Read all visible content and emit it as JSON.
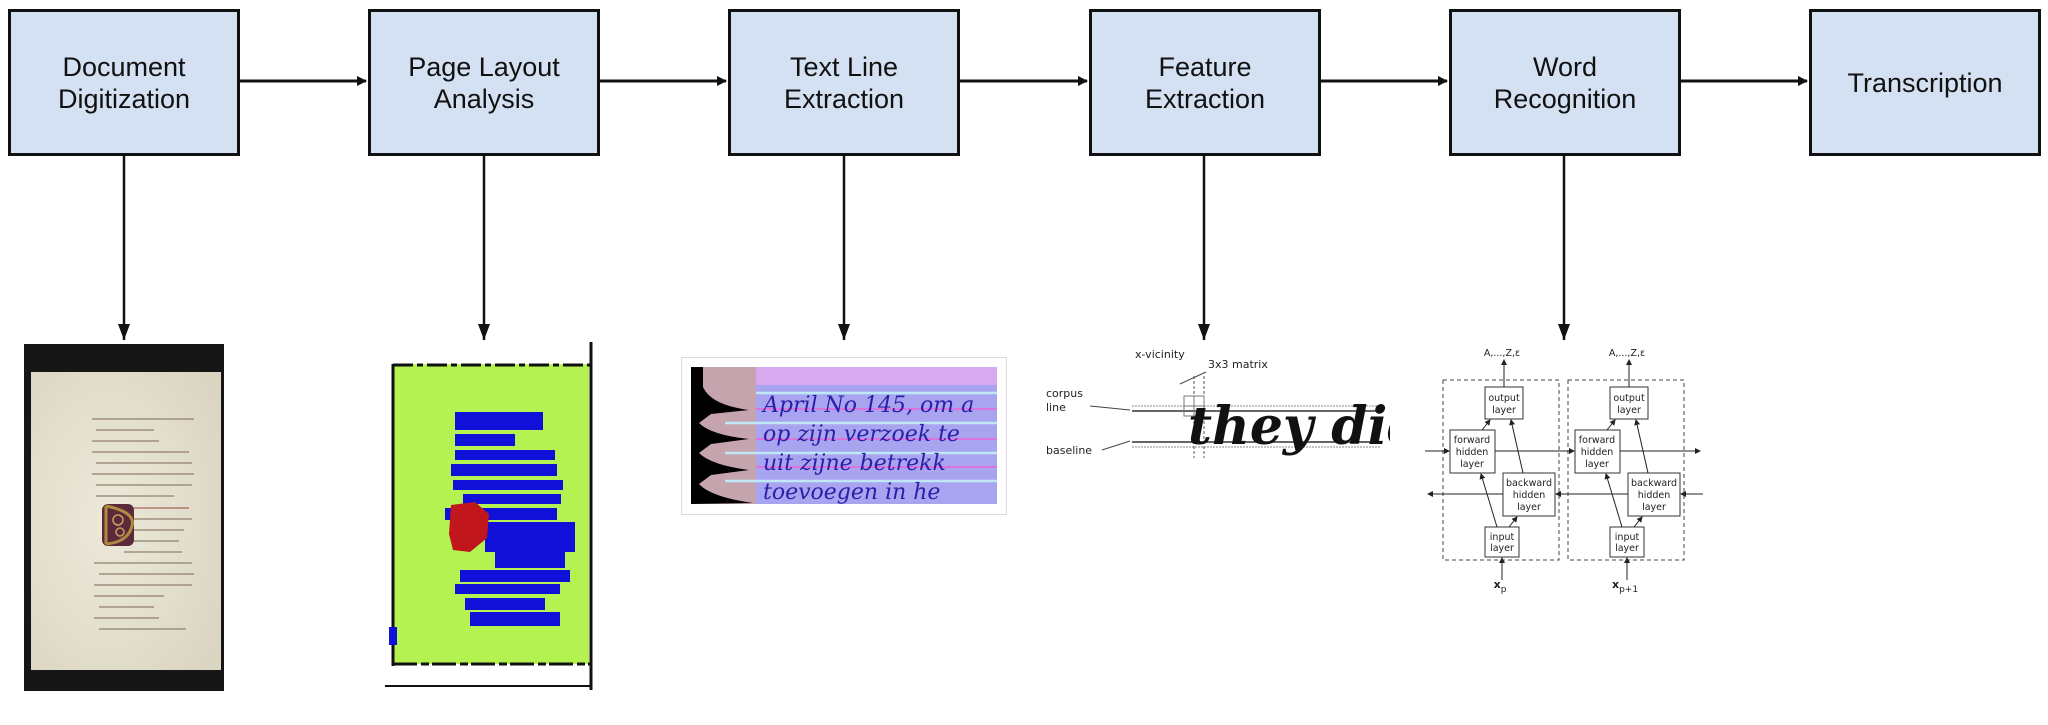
{
  "title": "Handwritten document recognition pipeline",
  "stages": [
    {
      "line1": "Document",
      "line2": "Digitization",
      "illustration": "digitized-manuscript-page"
    },
    {
      "line1": "Page Layout",
      "line2": "Analysis",
      "illustration": "layout-segmentation-map"
    },
    {
      "line1": "Text Line",
      "line2": "Extraction",
      "illustration": "text-line-projection-profile"
    },
    {
      "line1": "Feature",
      "line2": "Extraction",
      "illustration": "handwriting-feature-window"
    },
    {
      "line1": "Word",
      "line2": "Recognition",
      "illustration": "blstm-network"
    },
    {
      "line1": "Transcription",
      "line2": "",
      "illustration": ""
    }
  ],
  "colors": {
    "box_fill": "#d4e1f2",
    "box_border": "#111111",
    "layout_background": "#b4f252",
    "layout_text": "#1010d8",
    "layout_decoration": "#c0161c"
  },
  "feature_extraction": {
    "label_x_vicinity": "x-vicinity",
    "label_matrix": "3x3 matrix",
    "label_corpus_1": "corpus",
    "label_corpus_2": "line",
    "label_baseline": "baseline",
    "sample_word": "they did."
  },
  "text_line_extraction": {
    "lines": [
      "April No 145, om a",
      "op zijn verzoek te",
      "uit zijne betrekk",
      "toevoegen in he"
    ]
  },
  "word_recognition": {
    "output_label": "A,...,Z,ε",
    "output_layer": [
      "output",
      "layer"
    ],
    "forward_layer": [
      "forward",
      "hidden",
      "layer"
    ],
    "backward_layer": [
      "backward",
      "hidden",
      "layer"
    ],
    "input_layer": [
      "input",
      "layer"
    ],
    "input_1": "x",
    "input_1_sub": "p",
    "input_2": "x",
    "input_2_sub": "p+1"
  }
}
